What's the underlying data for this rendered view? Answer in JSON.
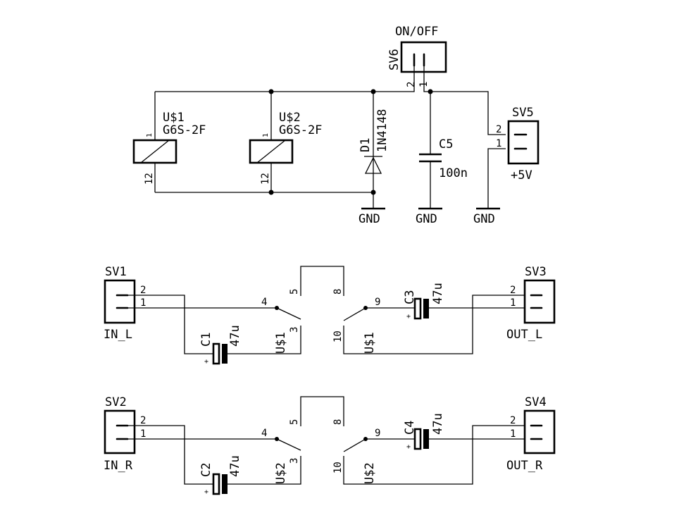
{
  "top": {
    "sv6": {
      "name": "SV6",
      "value": "ON/OFF",
      "pin2": "2",
      "pin1": "1"
    },
    "u1": {
      "name": "U$1",
      "value": "G6S-2F",
      "pin1": "1",
      "pin12": "12"
    },
    "u2": {
      "name": "U$2",
      "value": "G6S-2F",
      "pin1": "1",
      "pin12": "12"
    },
    "d1": {
      "name": "D1",
      "value": "1N4148"
    },
    "c5": {
      "name": "C5",
      "value": "100n"
    },
    "sv5": {
      "name": "SV5",
      "value": "+5V",
      "pin2": "2",
      "pin1": "1"
    },
    "gnd": "GND"
  },
  "left_channel": {
    "sv1": {
      "name": "SV1",
      "value": "IN_L",
      "pin2": "2",
      "pin1": "1"
    },
    "c1": {
      "name": "C1",
      "value": "47u",
      "plus": "+"
    },
    "relay_a": {
      "name": "U$1",
      "pin4": "4",
      "pin5": "5",
      "pin3": "3"
    },
    "relay_b": {
      "name": "U$1",
      "pin8": "8",
      "pin9": "9",
      "pin10": "10"
    },
    "c3": {
      "name": "C3",
      "value": "47u",
      "plus": "+"
    },
    "sv3": {
      "name": "SV3",
      "value": "OUT_L",
      "pin2": "2",
      "pin1": "1"
    }
  },
  "right_channel": {
    "sv2": {
      "name": "SV2",
      "value": "IN_R",
      "pin2": "2",
      "pin1": "1"
    },
    "c2": {
      "name": "C2",
      "value": "47u",
      "plus": "+"
    },
    "relay_a": {
      "name": "U$2",
      "pin4": "4",
      "pin5": "5",
      "pin3": "3"
    },
    "relay_b": {
      "name": "U$2",
      "pin8": "8",
      "pin9": "9",
      "pin10": "10"
    },
    "c4": {
      "name": "C4",
      "value": "47u",
      "plus": "+"
    },
    "sv4": {
      "name": "SV4",
      "value": "OUT_R",
      "pin2": "2",
      "pin1": "1"
    }
  }
}
